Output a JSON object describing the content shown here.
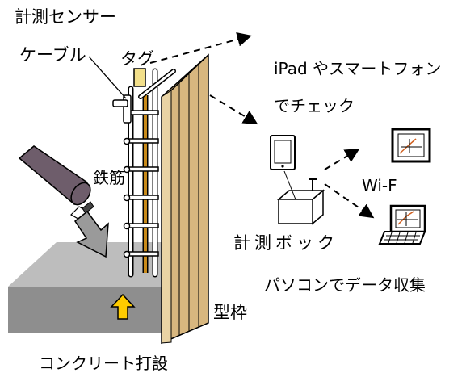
{
  "labels": {
    "sensor": "計測センサー",
    "cable": "ケーブル",
    "tag": "タグ",
    "ipad_line1": "iPad やスマートフォン",
    "ipad_line2": "でチェック",
    "rebar": "鉄筋",
    "wifi": "Wi-F",
    "box": "計測ボック",
    "pc": "パソコンでデータ収集",
    "formwork": "型枠",
    "concrete": "コンクリート打設"
  },
  "colors": {
    "concrete_top": "#bdbdbd",
    "concrete_front": "#8e8e8e",
    "hose": "#6e5d6b",
    "rebar_core": "#c88a1a",
    "formwork_wood": "#d8b77f",
    "tag": "#f2df8a",
    "up_arrow": "#ffcc00"
  }
}
